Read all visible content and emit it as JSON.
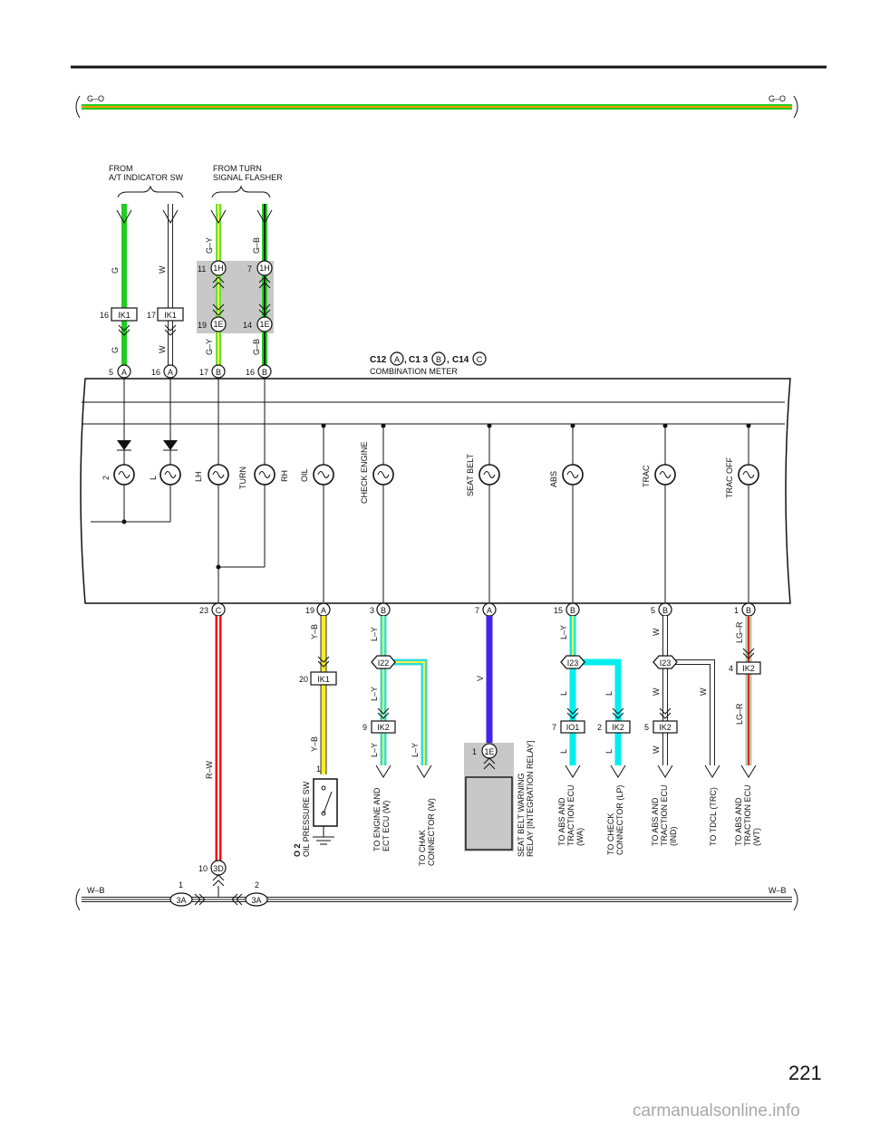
{
  "page_number": "221",
  "watermark": "carmanualsonline.info",
  "buses": {
    "top": {
      "left_label": "G–O",
      "right_label": "G–O",
      "colors": [
        "#22cc22",
        "#ff9900"
      ]
    },
    "bottom": {
      "left_label": "W–B",
      "right_label": "W–B",
      "colors": [
        "#ffffff",
        "#222222"
      ]
    }
  },
  "meter": {
    "title_c12": "C12",
    "title_a": "A",
    "title_sep1": ",",
    "title_c13": "C1 3",
    "title_b": "B",
    "title_sep2": ",",
    "title_c14": "C14",
    "title_c": "C",
    "subtitle": "COMBINATION METER"
  },
  "top_labels": {
    "from_at_1": "FROM",
    "from_at_2": "A/T INDICATOR SW",
    "from_turn_1": "FROM TURN",
    "from_turn_2": "SIGNAL FLASHER"
  },
  "top_wires": [
    {
      "color_label": "G",
      "upper_label": "G",
      "lower_label": "G",
      "junction_pin": "16",
      "junction": "IK1",
      "pin": "5",
      "conn": "A",
      "colors": [
        "#22cc22"
      ]
    },
    {
      "color_label": "W",
      "upper_label": "W",
      "lower_label": "W",
      "junction_pin": "17",
      "junction": "IK1",
      "pin": "16",
      "conn": "A",
      "colors": [
        "#ffffff"
      ]
    },
    {
      "upper_label": "G–Y",
      "lower_label": "G–Y",
      "j1_pin": "11",
      "j1": "1H",
      "j2_pin": "19",
      "j2": "1E",
      "pin": "17",
      "conn": "B",
      "colors": [
        "#66dd44",
        "#ffee44"
      ]
    },
    {
      "upper_label": "G–B",
      "lower_label": "G–B",
      "j1_pin": "7",
      "j1": "1H",
      "j2_pin": "14",
      "j2": "1E",
      "pin": "16",
      "conn": "B",
      "colors": [
        "#22cc22",
        "#222222"
      ]
    }
  ],
  "indicators": [
    {
      "label": "2"
    },
    {
      "label": "L"
    },
    {
      "label": "LH"
    },
    {
      "label": "TURN"
    },
    {
      "label": "RH"
    },
    {
      "label": "OIL"
    },
    {
      "label": "CHECK ENGINE"
    },
    {
      "label": "SEAT BELT"
    },
    {
      "label": "ABS"
    },
    {
      "label": "TRAC"
    },
    {
      "label": "TRAC OFF"
    }
  ],
  "bottom_pins": [
    {
      "pin": "23",
      "conn": "C"
    },
    {
      "pin": "19",
      "conn": "A"
    },
    {
      "pin": "3",
      "conn": "B"
    },
    {
      "pin": "7",
      "conn": "A"
    },
    {
      "pin": "15",
      "conn": "B"
    },
    {
      "pin": "5",
      "conn": "B"
    },
    {
      "pin": "1",
      "conn": "B"
    }
  ],
  "wire_colors": {
    "rw": "R–W",
    "yb": "Y–B",
    "ly": "L–Y",
    "v": "V",
    "l": "L",
    "w": "W",
    "lgr": "LG–R"
  },
  "junctions": {
    "ik1_pin": "20",
    "ik1": "IK1",
    "i22": "I22",
    "ik2_a_pin": "9",
    "ik2_a": "IK2",
    "i23_a": "I23",
    "io1_pin": "7",
    "io1": "IO1",
    "ik2_b_pin": "2",
    "ik2_b": "IK2",
    "i23_b": "I23",
    "ik2_c_pin": "5",
    "ik2_c": "IK2",
    "ik2_d_pin": "4",
    "ik2_d": "IK2",
    "seat_1e_pin": "1",
    "seat_1e": "1E",
    "oil_pin": "1",
    "ground_pin": "10",
    "ground_conn": "3D",
    "bus_left_pin": "1",
    "bus_left_conn": "3A",
    "bus_right_pin": "2",
    "bus_right_conn": "3A"
  },
  "oil_sw_code": "O 2",
  "oil_sw_name": "OIL  PRESSURE SW",
  "destinations": {
    "engine_1": "TO ENGINE AND",
    "engine_2": "ECT ECU (W)",
    "chak_1": "TO CHAK",
    "chak_2": "CONNECTOR (W)",
    "seat_1": "SEAT BELT WARNING",
    "seat_2": "RELAY [INTEGRATION RELAY]",
    "abs_wa_1": "TO ABS AND",
    "abs_wa_2": "TRACTION ECU",
    "abs_wa_3": "(WA)",
    "check_1": "TO CHECK",
    "check_2": "CONNECTOR (LP)",
    "abs_ind_1": "TO ABS AND",
    "abs_ind_2": "TRACTION ECU",
    "abs_ind_3": "(IND)",
    "tdcl": "TO TDCL (TRC)",
    "abs_wt_1": "TO ABS AND",
    "abs_wt_2": "TRACTION ECU",
    "abs_wt_3": "(WT)"
  }
}
